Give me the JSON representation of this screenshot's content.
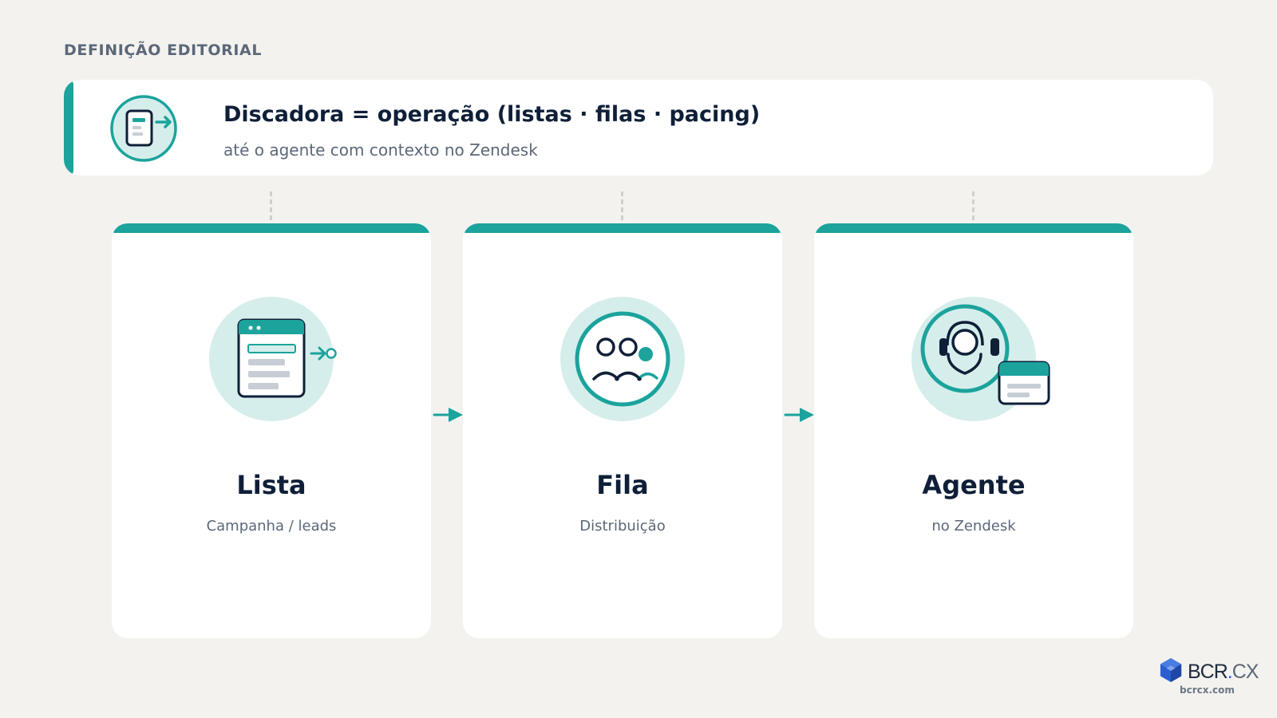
{
  "eyebrow": "DEFINIÇÃO EDITORIAL",
  "definition": {
    "title": "Discadora = operação (listas · filas · pacing)",
    "subtitle": "até o agente com contexto no Zendesk",
    "icon": "phone-dial-icon"
  },
  "steps": [
    {
      "title": "Lista",
      "subtitle": "Campanha / leads",
      "icon": "list-window-icon"
    },
    {
      "title": "Fila",
      "subtitle": "Distribuição",
      "icon": "queue-people-icon"
    },
    {
      "title": "Agente",
      "subtitle": "no Zendesk",
      "icon": "headset-agent-icon"
    }
  ],
  "brand": {
    "logo_main": "BCR",
    "logo_dot": ".",
    "logo_suffix": "CX",
    "url": "bcrcx.com"
  },
  "colors": {
    "accent": "#1ba39c",
    "accent_light": "#d6eeeb",
    "navy": "#0f1f38",
    "muted": "#5b6878",
    "background": "#f3f2ef",
    "logo_blue": "#2b5fd0"
  }
}
